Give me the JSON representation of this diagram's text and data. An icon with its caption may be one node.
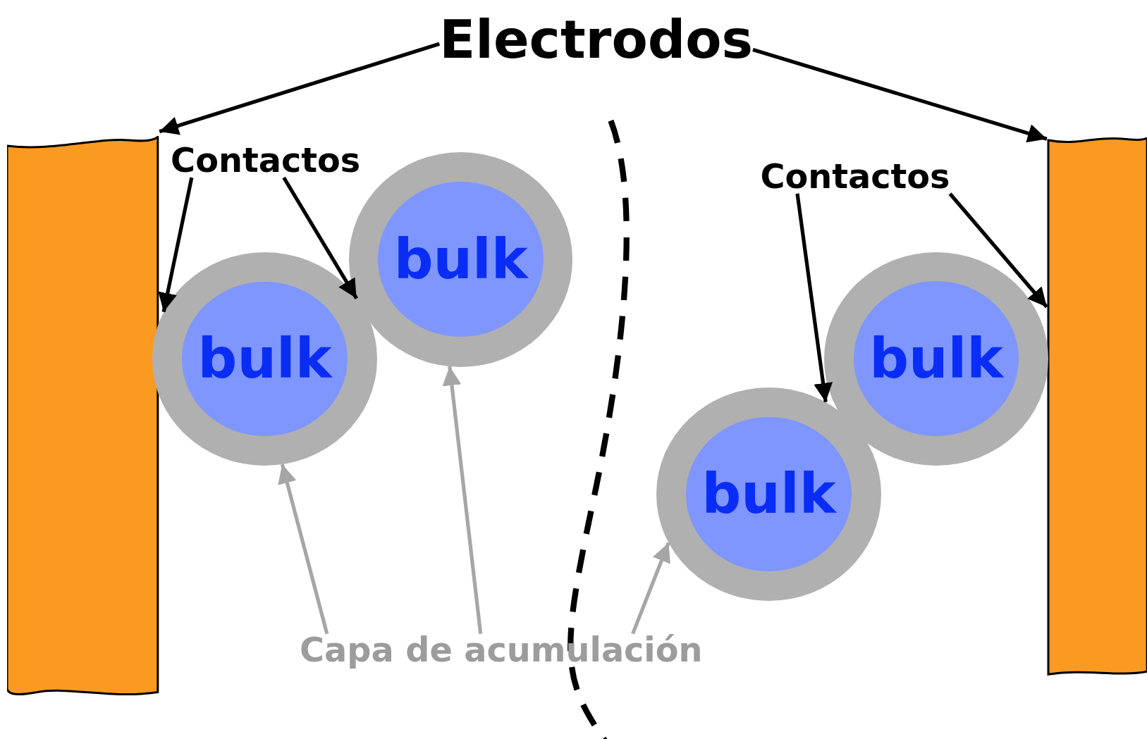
{
  "diagram": {
    "nodes": [
      {
        "text": [
          "Electrodos"
        ]
      },
      {
        "text": [],
        "shape": "box"
      },
      {
        "text": [],
        "shape": "box"
      },
      {
        "text": [
          "Contactos"
        ]
      },
      {
        "text": [
          "Contactos"
        ]
      },
      {
        "text": [],
        "shape": "circle"
      },
      {
        "text": [
          "bulk"
        ],
        "in": 5
      },
      {
        "text": [],
        "shape": "circle"
      },
      {
        "text": [
          "bulk"
        ],
        "in": 7
      },
      {
        "text": [],
        "shape": "circle"
      },
      {
        "text": [
          "bulk"
        ],
        "in": 9
      },
      {
        "text": [],
        "shape": "circle"
      },
      {
        "text": [
          "bulk"
        ],
        "in": 11
      },
      {
        "text": [
          "Capa de acumulación"
        ]
      }
    ],
    "edges": [
      {
        "from": 0,
        "to": 1,
        "arrow": "to"
      },
      {
        "from": 0,
        "to": 2,
        "arrow": "to"
      },
      {
        "from": 3,
        "to": 5,
        "arrow": "to"
      },
      {
        "from": 3,
        "to": 7,
        "arrow": "to"
      },
      {
        "from": 4,
        "to": 9,
        "arrow": "to"
      },
      {
        "from": 4,
        "to": 2,
        "arrow": "to"
      },
      {
        "from": 13,
        "to": 5,
        "arrow": "to",
        "color": "#a6a6a6"
      },
      {
        "from": 13,
        "to": 7,
        "arrow": "to",
        "color": "#a6a6a6"
      },
      {
        "from": 13,
        "to": 9,
        "arrow": "to",
        "color": "#a6a6a6"
      }
    ]
  }
}
